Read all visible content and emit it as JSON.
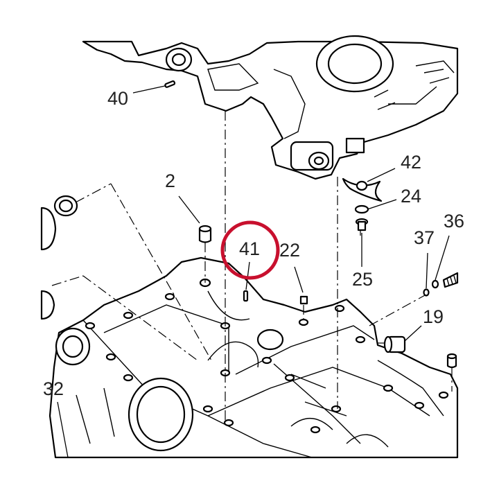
{
  "diagram": {
    "labels": {
      "p40": "40",
      "p42": "42",
      "p2": "2",
      "p24": "24",
      "p36": "36",
      "p37": "37",
      "p41": "41",
      "p22": "22",
      "p25": "25",
      "p19": "19",
      "p32": "32"
    },
    "highlight_color": "#c8102e",
    "line_color": "#000000"
  }
}
